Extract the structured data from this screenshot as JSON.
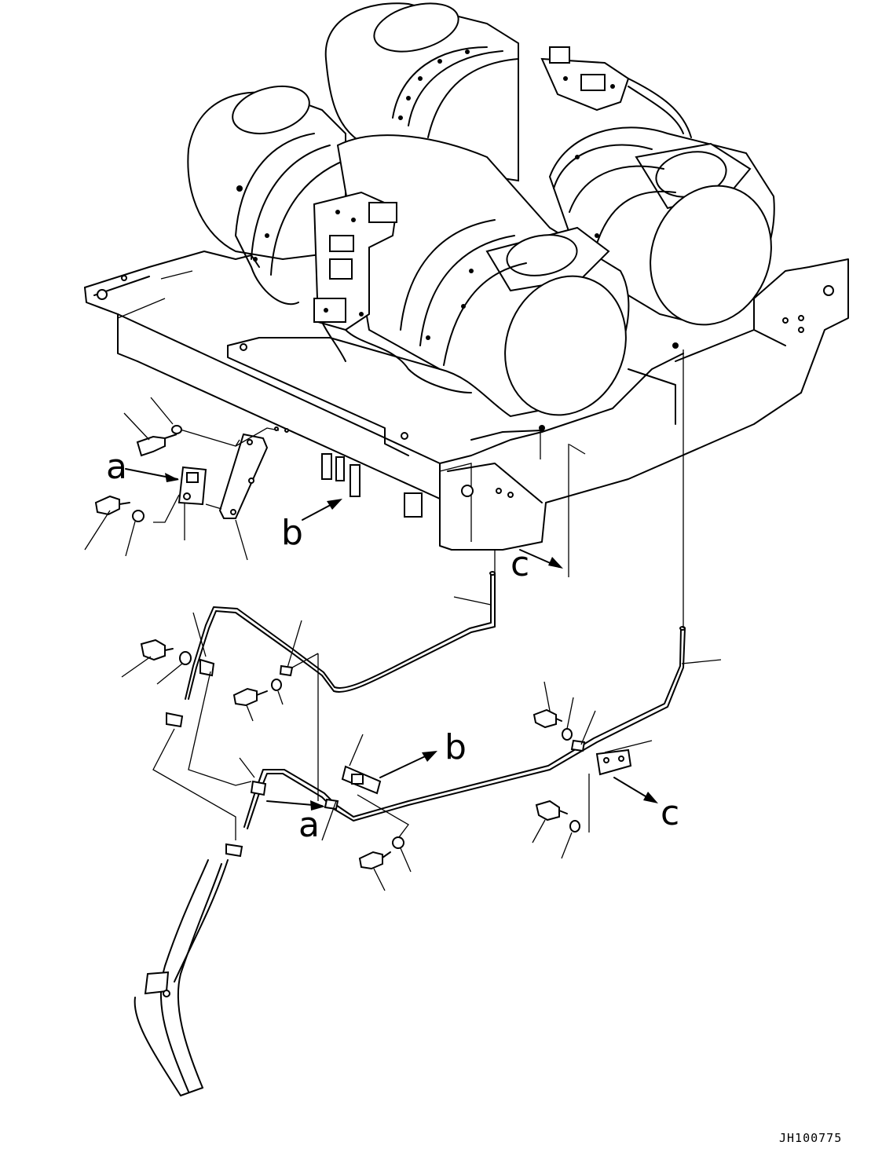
{
  "callouts": {
    "a_upper": "a",
    "b_upper": "b",
    "c_upper": "c",
    "b_lower": "b",
    "a_lower": "a",
    "c_lower": "c"
  },
  "illustration_code": "JH100775",
  "colors": {
    "line": "#000000",
    "background": "#ffffff"
  }
}
